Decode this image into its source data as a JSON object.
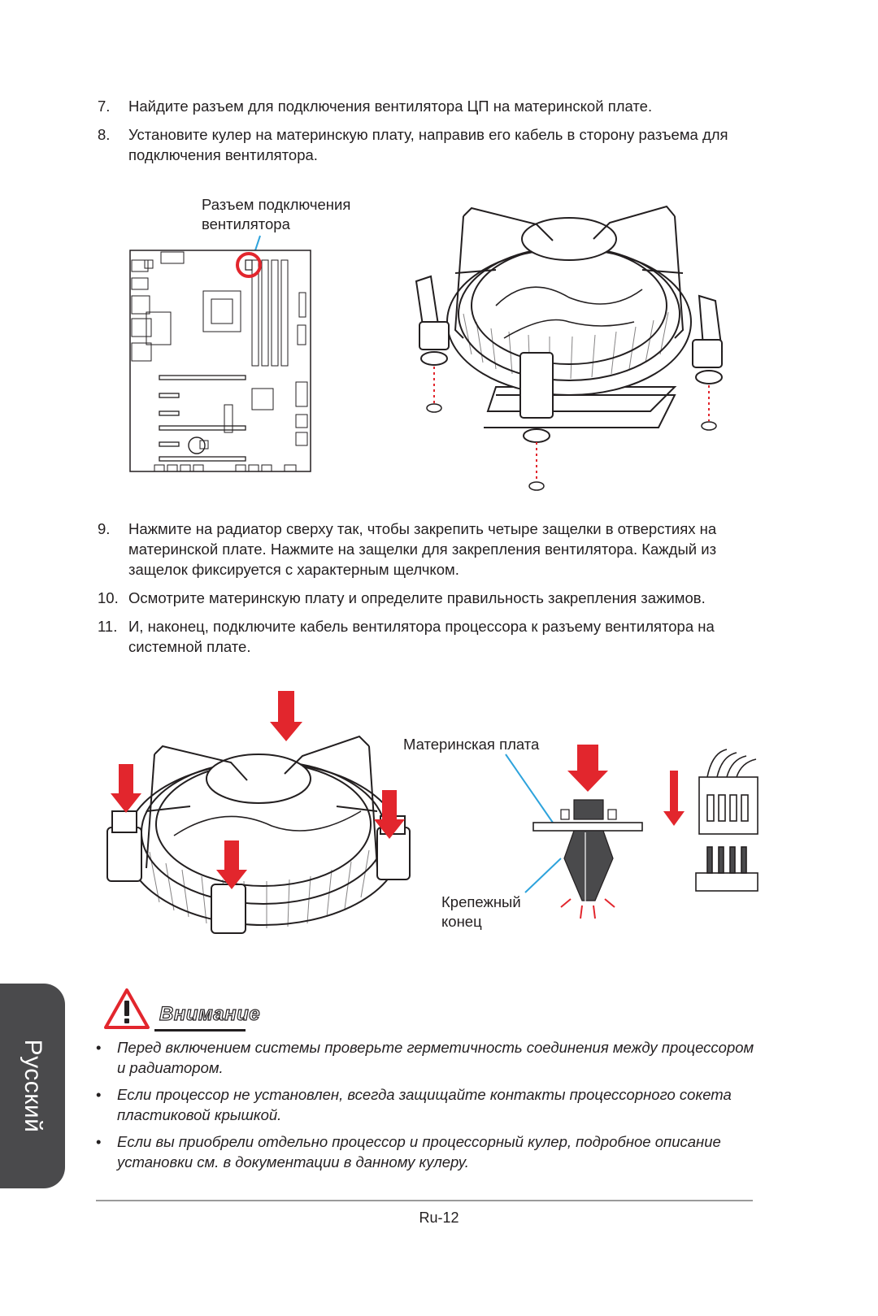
{
  "steps_top": [
    {
      "num": "7.",
      "text": "Найдите разъем для подключения вентилятора ЦП на материнской плате."
    },
    {
      "num": "8.",
      "text": "Установите кулер на материнскую плату, направив его кабель в сторону разъема для подключения вентилятора."
    }
  ],
  "figure_top": {
    "connector_label": "Разъем подключения\nвентилятора"
  },
  "steps_bottom": [
    {
      "num": "9.",
      "text": "Нажмите на радиатор сверху так, чтобы закрепить четыре защелки в отверстиях на материнской плате. Нажмите на защелки для закрепления вентилятора. Каждый из защелок фиксируется с характерным щелчком."
    },
    {
      "num": "10.",
      "text": "Осмотрите материнскую плату и определите правильность закрепления зажимов."
    },
    {
      "num": "11.",
      "text": "И, наконец, подключите кабель вентилятора процессора к разъему вентилятора на системной плате."
    }
  ],
  "figure_bottom": {
    "board_label": "Материнская плата",
    "fastener_label": "Крепежный\nконец"
  },
  "warning": {
    "title": "Внимание",
    "notes": [
      "Перед включением системы проверьте герметичность соединения между процессором и радиатором.",
      "Если процессор не установлен, всегда защищайте контакты процессорного сокета пластиковой крышкой.",
      "Если вы приобрели отдельно процессор и процессорный кулер, подробное описание установки см. в документации в данному кулеру."
    ]
  },
  "side_tab": "Русский",
  "page_number": "Ru-12",
  "colors": {
    "accent_red": "#e2262d",
    "callout_blue": "#2ea3dc",
    "tab_gray": "#4a4a4c"
  }
}
